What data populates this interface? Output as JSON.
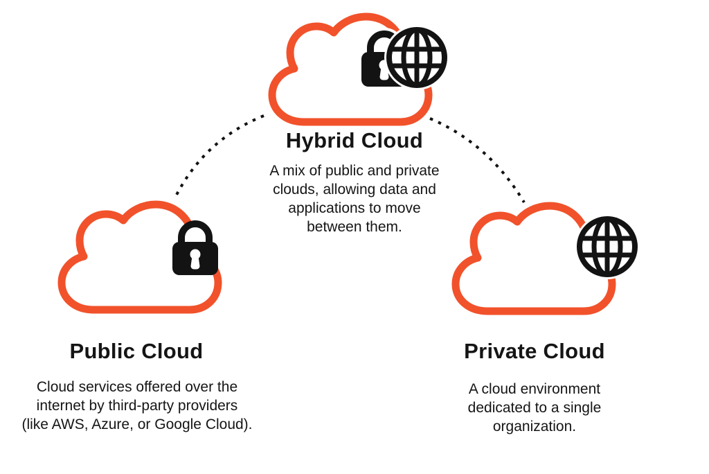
{
  "diagram": {
    "background_color": "#ffffff",
    "cloud_outline_color": "#F1522B",
    "icon_color": "#131313",
    "text_color": "#151515",
    "connector_color": "#131313",
    "nodes": [
      {
        "id": "hybrid",
        "title": "Hybrid Cloud",
        "description_lines": [
          "A mix of public and private",
          "clouds, allowing data and",
          "applications to move",
          "between them."
        ],
        "icons": [
          "lock-icon",
          "globe-icon"
        ]
      },
      {
        "id": "public",
        "title": "Public Cloud",
        "description_lines": [
          "Cloud services offered over the",
          "internet by third-party providers",
          "(like AWS, Azure, or Google Cloud)."
        ],
        "icons": [
          "lock-icon"
        ]
      },
      {
        "id": "private",
        "title": "Private Cloud",
        "description_lines": [
          "A cloud environment",
          "dedicated to a single",
          "organization."
        ],
        "icons": [
          "globe-icon"
        ]
      }
    ],
    "connectors": [
      {
        "from": "hybrid",
        "to": "public",
        "style": "dashed"
      },
      {
        "from": "hybrid",
        "to": "private",
        "style": "dashed"
      }
    ]
  }
}
